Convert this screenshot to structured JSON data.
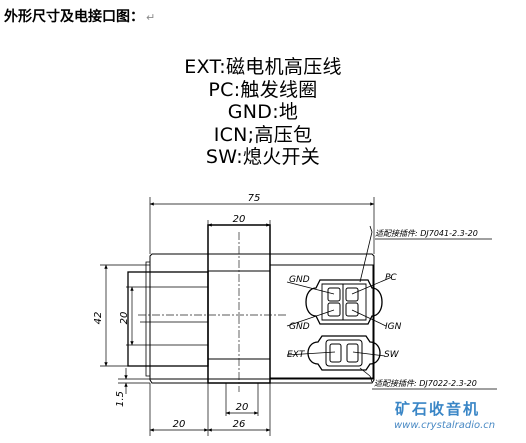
{
  "heading": "外形尺寸及电接口图：",
  "heading_mark": "↵",
  "legend": [
    "EXT:磁电机高压线",
    "PC:触发线圈",
    "GND:地",
    "ICN;高压包",
    "SW:熄火开关"
  ],
  "dimensions": {
    "total_width": "75",
    "top_width": "20",
    "height_42": "42",
    "height_20": "20",
    "thickness": "1.5",
    "bottom_left": "20",
    "bottom_20": "20",
    "bottom_26": "26"
  },
  "pins": {
    "gnd_top": "GND",
    "pc": "PC",
    "gnd_mid": "GND",
    "ign": "IGN",
    "ext": "EXT",
    "sw": "SW"
  },
  "connectors": {
    "upper": "适配接插件: DJ7041-2.3-20",
    "lower": "适配接插件: DJ7022-2.3-20"
  },
  "watermark": {
    "title": "矿石收音机",
    "url": "www.crystalradio.cn"
  }
}
